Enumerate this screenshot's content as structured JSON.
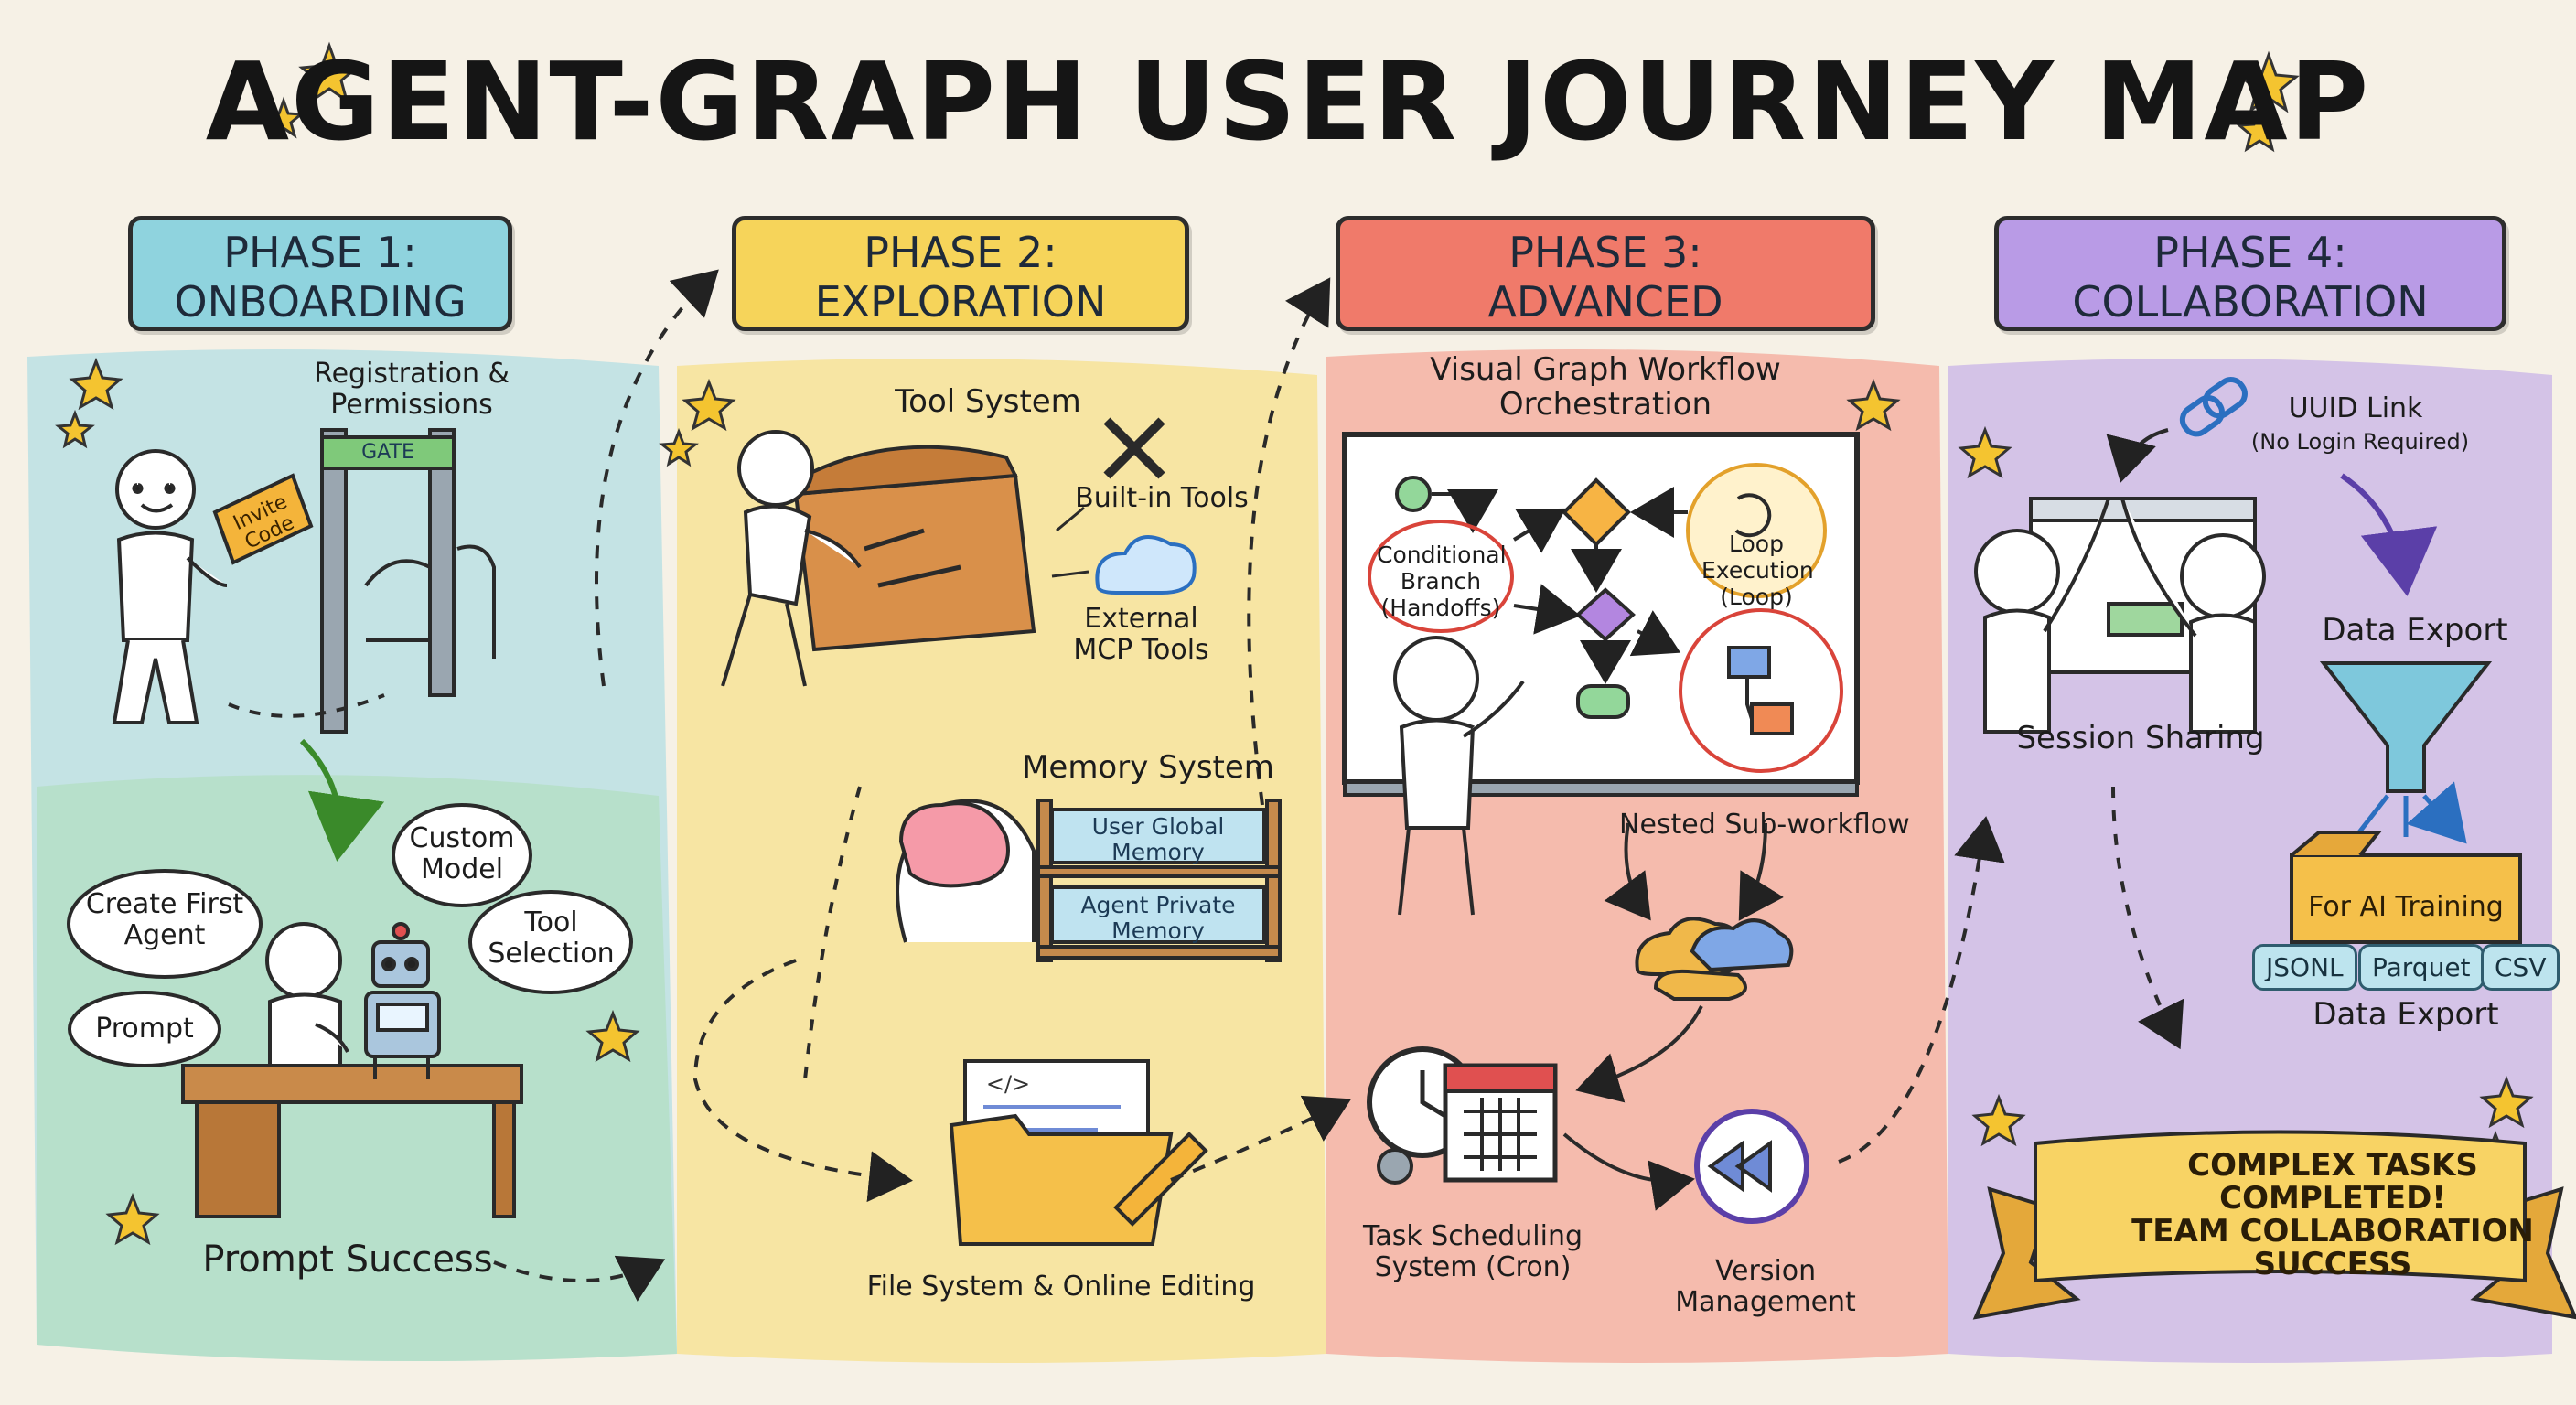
{
  "title": "AGENT-GRAPH USER JOURNEY MAP",
  "colors": {
    "phase1": "#8fd3de",
    "phase2": "#f6d45a",
    "phase3": "#f07a6a",
    "phase4": "#b99be6",
    "paper": "#f6f1e6"
  },
  "phases": [
    {
      "line1": "PHASE 1:",
      "line2": "ONBOARDING"
    },
    {
      "line1": "PHASE 2:",
      "line2": "EXPLORATION"
    },
    {
      "line1": "PHASE 3:",
      "line2": "ADVANCED"
    },
    {
      "line1": "PHASE 4:",
      "line2": "COLLABORATION"
    }
  ],
  "phase1": {
    "registration": "Registration & Permissions",
    "gate": "GATE",
    "invite": "Invite Code",
    "create_agent": "Create First Agent",
    "custom_model": "Custom Model",
    "tool_selection": "Tool Selection",
    "prompt": "Prompt",
    "prompt_success": "Prompt Success"
  },
  "phase2": {
    "tool_system": "Tool System",
    "builtin_tools": "Built-in Tools",
    "external_mcp": "External MCP Tools",
    "memory_system": "Memory System",
    "user_global_memory": "User Global Memory",
    "agent_private_memory": "Agent Private Memory",
    "file_system": "File System & Online Editing",
    "code_glyph": "</>"
  },
  "phase3": {
    "workflow": "Visual Graph Workflow Orchestration",
    "conditional": "Conditional Branch (Handoffs)",
    "loop": "Loop Execution (Loop)",
    "nested": "Nested Sub-workflow",
    "scheduling": "Task Scheduling System (Cron)",
    "version": "Version Management"
  },
  "phase4": {
    "uuid": "UUID Link",
    "no_login": "(No Login Required)",
    "session_sharing": "Session Sharing",
    "data_export_top": "Data Export",
    "ai_training": "For AI Training",
    "formats": [
      "JSONL",
      "Parquet",
      "CSV"
    ],
    "data_export_bottom": "Data Export",
    "banner": [
      "COMPLEX TASKS",
      "COMPLETED!",
      "TEAM COLLABORATION",
      "SUCCESS"
    ]
  }
}
